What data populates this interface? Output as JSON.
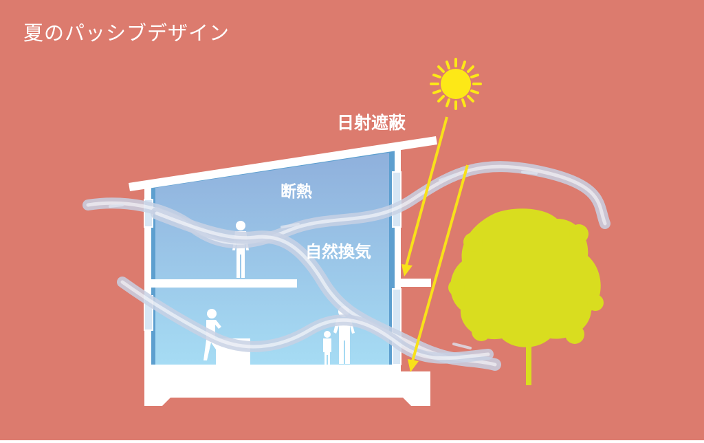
{
  "title": "夏のパッシブデザイン",
  "labels": {
    "solar_shading": "日射遮蔽",
    "insulation": "断熱",
    "natural_ventilation": "自然換気"
  },
  "colors": {
    "background": "#dc7b6e",
    "sun": "#fde817",
    "sun_ray": "#f8e11a",
    "tree": "#d9dd1f",
    "interior_top": "#8fb2dc",
    "interior_bottom": "#a3d9f2",
    "insulation_border": "#5d9fcf",
    "structure": "#ffffff",
    "wind": "#c4cde0"
  },
  "icons": {
    "sun": "sun-icon",
    "tree": "tree-icon",
    "people": "person-silhouette-icon"
  }
}
